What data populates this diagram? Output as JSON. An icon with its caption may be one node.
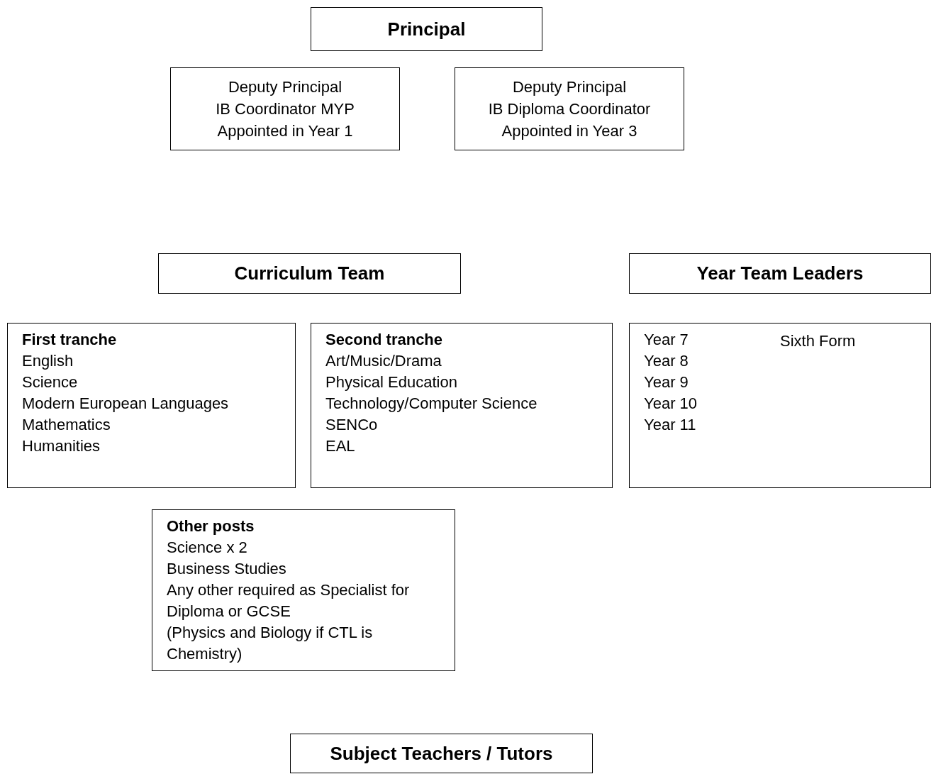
{
  "diagram": {
    "nodes": [
      {
        "text": [
          "Principal"
        ]
      },
      {
        "text": [
          "Deputy Principal",
          "IB Coordinator MYP",
          "Appointed in Year 1"
        ]
      },
      {
        "text": [
          "Deputy Principal",
          "IB Diploma Coordinator",
          "Appointed in Year 3"
        ]
      },
      {
        "text": [
          "Curriculum Team"
        ]
      },
      {
        "text": [
          "Year Team Leaders"
        ]
      },
      {
        "text": [
          "First tranche",
          "English",
          "Science",
          "Modern European Languages",
          "Mathematics",
          "Humanities"
        ]
      },
      {
        "text": [
          "Second tranche",
          "Art/Music/Drama",
          "Physical Education",
          "Technology/Computer Science",
          "SENCo",
          "EAL"
        ]
      },
      {
        "text": [
          "Year 7",
          "Year 8",
          "Year 9",
          "Year 10",
          "Year 11",
          "Sixth Form"
        ]
      },
      {
        "text": [
          "Other posts",
          "Science x 2",
          "Business Studies",
          "Any other required as Specialist for Diploma or GCSE",
          "(Physics and Biology if CTL is Chemistry)"
        ]
      },
      {
        "text": [
          "Subject Teachers / Tutors"
        ]
      }
    ],
    "edges": []
  }
}
